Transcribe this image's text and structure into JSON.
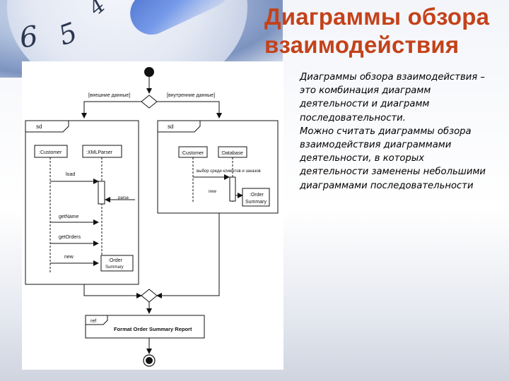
{
  "title": "Диаграммы обзора взаимодействия",
  "description": {
    "p1": "Диаграммы обзора взаимодействия – это комбинация диаграмм деятельности и диаграмм последовательности.",
    "p2": "Можно считать диаграммы обзора взаимодействия диаграммами деятельности, в которых деятельности заменены небольшими диаграммами последовательности"
  },
  "background_digits": [
    "6",
    "5",
    "4"
  ],
  "diagram": {
    "guard_external": "[внешние данные]",
    "guard_internal": "[внутренние данные]",
    "frame_left_label": "sd",
    "frame_right_label": "sd",
    "left": {
      "customer": ":Customer",
      "parser": ":XMLParser",
      "msg_load": "load",
      "msg_parse": "parse",
      "msg_getname": "getName",
      "msg_getorders": "getOrders",
      "msg_new": "new",
      "order_summary_line1": ":Order",
      "order_summary_line2": "Summary"
    },
    "right": {
      "customer": ":Customer",
      "database": ":Database",
      "msg_select": "выбор среди клиентов и заказов",
      "msg_new": "new",
      "order_summary_line1": ":Order",
      "order_summary_line2": "Summary"
    },
    "ref_label": "ref",
    "ref_text": "Format Order Summary Report"
  }
}
